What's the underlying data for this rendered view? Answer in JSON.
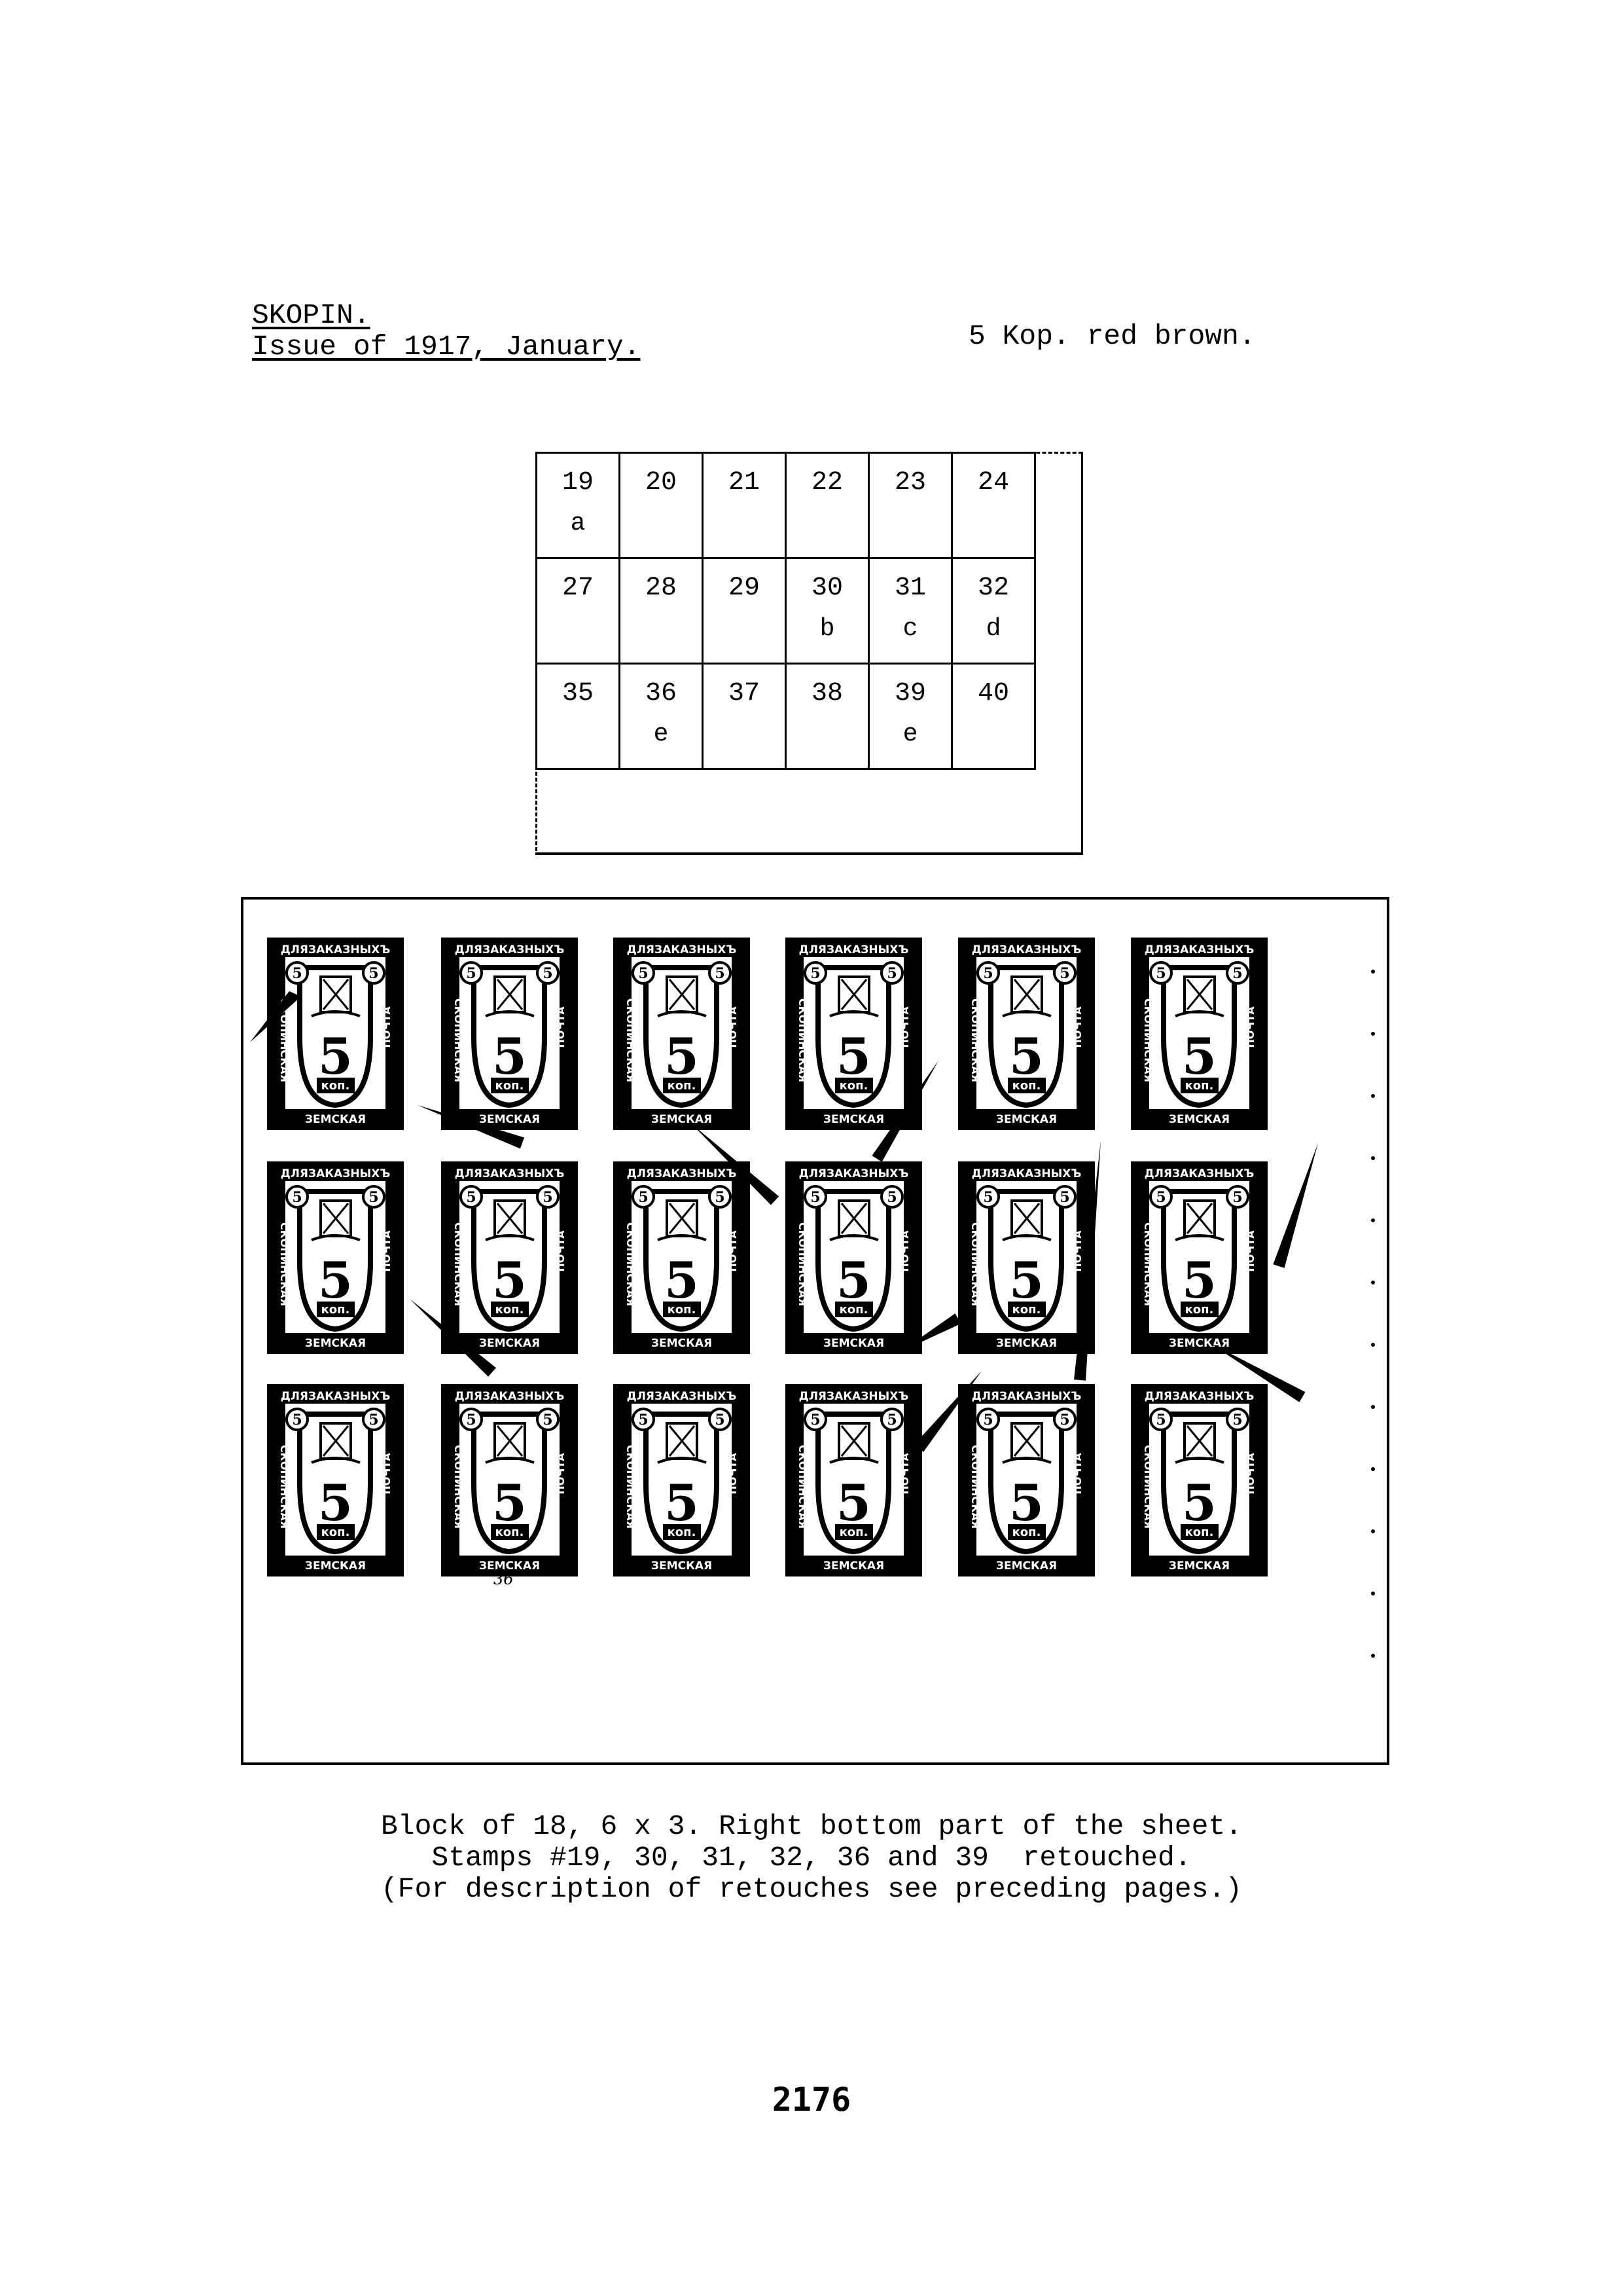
{
  "header": {
    "title": "SKOPIN.",
    "issue": "Issue of 1917, January.",
    "value": "5 Kop. red brown."
  },
  "diagram": {
    "rows": [
      [
        {
          "n": "19",
          "l": "a"
        },
        {
          "n": "20",
          "l": ""
        },
        {
          "n": "21",
          "l": ""
        },
        {
          "n": "22",
          "l": ""
        },
        {
          "n": "23",
          "l": ""
        },
        {
          "n": "24",
          "l": ""
        }
      ],
      [
        {
          "n": "27",
          "l": ""
        },
        {
          "n": "28",
          "l": ""
        },
        {
          "n": "29",
          "l": ""
        },
        {
          "n": "30",
          "l": "b"
        },
        {
          "n": "31",
          "l": "c"
        },
        {
          "n": "32",
          "l": "d"
        }
      ],
      [
        {
          "n": "35",
          "l": ""
        },
        {
          "n": "36",
          "l": "e"
        },
        {
          "n": "37",
          "l": ""
        },
        {
          "n": "38",
          "l": ""
        },
        {
          "n": "39",
          "l": "e"
        },
        {
          "n": "40",
          "l": ""
        }
      ]
    ]
  },
  "stamp": {
    "top_text": "ДЛЯЗАКАЗНЫХЪ",
    "side_text_left": "СКОПИНСКАЯ",
    "side_text_right": "ПОЧТА",
    "bottom_text": "ЗЕМСКАЯ",
    "denomination": "5",
    "unit": "коп."
  },
  "block_annotation": "36",
  "caption": {
    "line1": "Block of 18, 6 x 3. Right bottom part of the sheet.",
    "line2": "Stamps #19, 30, 31, 32, 36 and 39  retouched.",
    "line3": "(For description of retouches see preceding pages.)"
  },
  "page_number": "2176"
}
